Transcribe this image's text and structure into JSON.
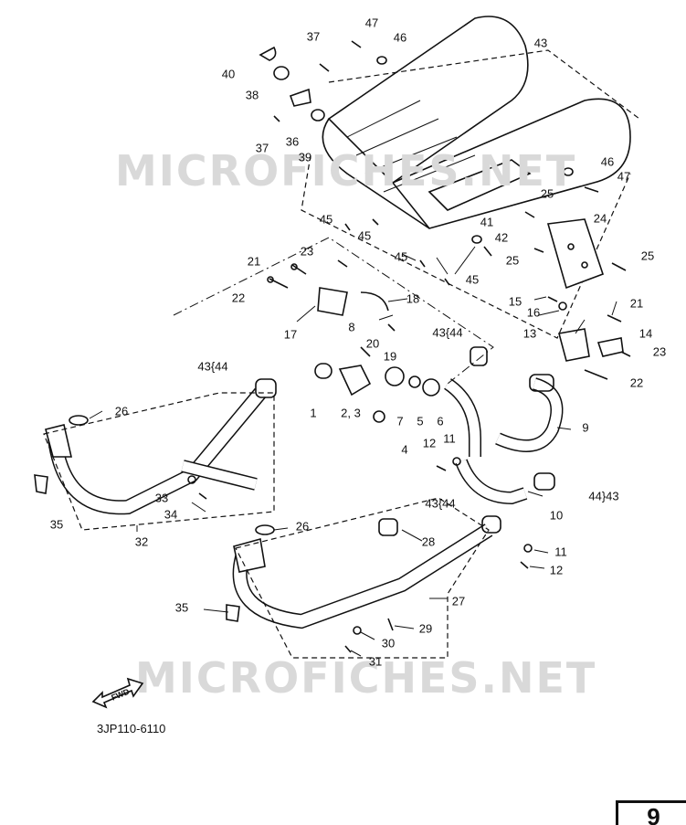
{
  "watermark": "MICROFICHES.NET",
  "diagram_code": "3JP110-6110",
  "page_number": "9",
  "fwd_label": "FWD",
  "labels": {
    "l1": "1",
    "l23": "2, 3",
    "l4": "4",
    "l5": "5",
    "l6": "6",
    "l7": "7",
    "l8": "8",
    "l9": "9",
    "l10": "10",
    "l11a": "11",
    "l11b": "11",
    "l12a": "12",
    "l12b": "12",
    "l13": "13",
    "l14": "14",
    "l15": "15",
    "l16": "16",
    "l17": "17",
    "l18": "18",
    "l19": "19",
    "l20": "20",
    "l21a": "21",
    "l21b": "21",
    "l22a": "22",
    "l22b": "22",
    "l23a": "23",
    "l23b": "23",
    "l24": "24",
    "l25a": "25",
    "l25b": "25",
    "l25c": "25",
    "l26a": "26",
    "l26b": "26",
    "l27": "27",
    "l28": "28",
    "l29": "29",
    "l30": "30",
    "l31": "31",
    "l32": "32",
    "l33": "33",
    "l34": "34",
    "l35a": "35",
    "l35b": "35",
    "l36": "36",
    "l37a": "37",
    "l37b": "37",
    "l38": "38",
    "l39": "39",
    "l40": "40",
    "l41": "41",
    "l42": "42",
    "l43a": "43",
    "l45a": "45",
    "l45b": "45",
    "l45c": "45",
    "l45d": "45",
    "l46a": "46",
    "l46b": "46",
    "l47a": "47",
    "l47b": "47",
    "g4344a": "43{44",
    "g4344b": "43{44",
    "g4344c": "43{44",
    "g4344d": "44}43"
  }
}
